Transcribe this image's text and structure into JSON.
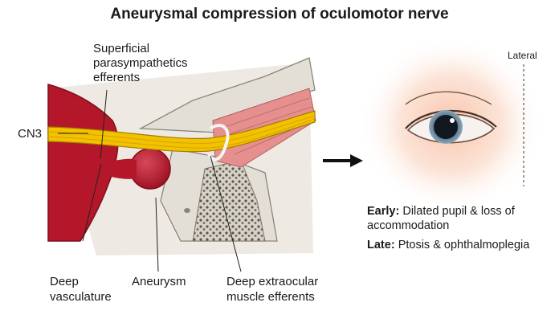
{
  "title": "Aneurysmal compression of oculomotor nerve",
  "labels": {
    "superficial": [
      "Superficial",
      "parasympathetics",
      "efferents"
    ],
    "cn3": "CN3",
    "deep_vasculature": [
      "Deep",
      "vasculature"
    ],
    "aneurysm": "Aneurysm",
    "deep_extraocular": [
      "Deep extraocular",
      "muscle efferents"
    ],
    "lateral": "Lateral"
  },
  "findings": {
    "early_label": "Early:",
    "early_text_1": "Dilated pupil & loss of",
    "early_text_2": "accommodation",
    "late_label": "Late:",
    "late_text": "Ptosis & ophthalmoplegia"
  },
  "colors": {
    "artery": "#b5172a",
    "nerve": "#f2c200",
    "bone": "#e4dfd6",
    "muscle": "#e58f8f",
    "skin_glow": "#f6b89a",
    "iris": "#5e7c93"
  },
  "icons": {
    "arrow": "right-arrow-icon"
  }
}
